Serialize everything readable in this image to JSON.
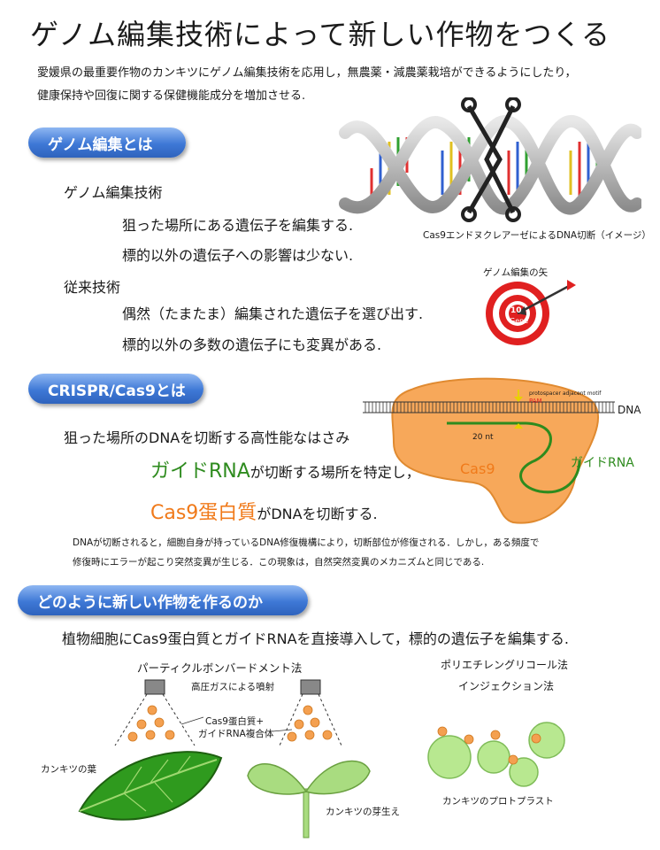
{
  "title": "ゲノム編集技術によって新しい作物をつくる",
  "intro": {
    "line1": "愛媛県の最重要作物のカンキツにゲノム編集技術を応用し，無農薬・減農薬栽培ができるようにしたり，",
    "line2": "健康保持や回復に関する保健機能成分を増加させる."
  },
  "section1": {
    "heading": "ゲノム編集とは",
    "genome_tech": "ゲノム編集技術",
    "genome_point1": "狙った場所にある遺伝子を編集する.",
    "genome_point2": "標的以外の遺伝子への影響は少ない.",
    "conventional": "従来技術",
    "conv_point1": "偶然（たまたま）編集された遺伝子を選び出す.",
    "conv_point2": "標的以外の多数の遺伝子にも変異がある.",
    "dna_caption": "Cas9エンドヌクレアーゼによるDNA切断（イメージ）",
    "arrow_caption": "ゲノム編集の矢",
    "target_number": "10",
    "target_label": "Gene"
  },
  "section2": {
    "heading": "CRISPR/Cas9とは",
    "desc": "狙った場所のDNAを切断する高性能なはさみ",
    "guide_rna": "ガイドRNA",
    "guide_rna_rest": "が切断する場所を特定し，",
    "cas9_protein": "Cas9蛋白質",
    "cas9_rest": "がDNAを切断する.",
    "note1": "DNAが切断されると，細胞自身が持っているDNA修復機構により，切断部位が修復される．しかし，ある頻度で",
    "note2": "修復時にエラーが起こり突然変異が生じる．この現象は，自然突然変異のメカニズムと同じである.",
    "diagram": {
      "pam_label": "protospacer adjacent motif",
      "pam": "PAM",
      "dna": "DNA",
      "nt": "20 nt",
      "cas9": "Cas9",
      "guide": "ガイドRNA"
    }
  },
  "section3": {
    "heading": "どのように新しい作物を作るのか",
    "desc": "植物細胞にCas9蛋白質とガイドRNAを直接導入して，標的の遺伝子を編集する.",
    "method1": "パーティクルボンバードメント法",
    "method1_sub": "高圧ガスによる噴射",
    "complex_line1": "Cas9蛋白質+",
    "complex_line2": "ガイドRNA複合体",
    "leaf_label": "カンキツの葉",
    "sprout_label": "カンキツの芽生え",
    "method2_line1": "ポリエチレングリコール法",
    "method2_line2": "インジェクション法",
    "protoplast_label": "カンキツのプロトプラスト"
  },
  "colors": {
    "accent_blue": "#3e78d6",
    "green_text": "#2e8b1e",
    "orange_text": "#f07a1a",
    "cas9_fill": "#f7a85a"
  }
}
